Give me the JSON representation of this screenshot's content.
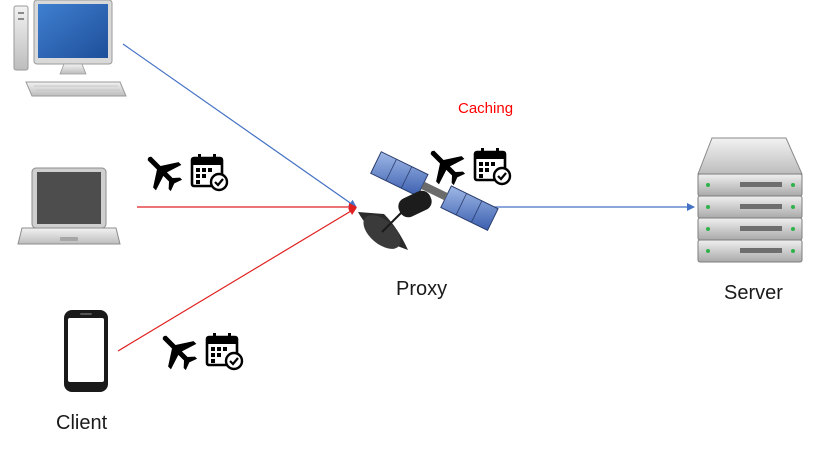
{
  "labels": {
    "caching": "Caching",
    "proxy": "Proxy",
    "server": "Server",
    "client": "Client"
  },
  "colors": {
    "blue_line": "#4472C4",
    "red_line": "#E02020",
    "caching_text": "#FF0000"
  },
  "icons": {
    "clients": [
      "desktop-computer-icon",
      "laptop-icon",
      "smartphone-icon"
    ],
    "proxy": "satellite-icon",
    "server": "server-rack-icon",
    "request_badges": [
      "airplane-icon",
      "calendar-check-icon"
    ]
  }
}
